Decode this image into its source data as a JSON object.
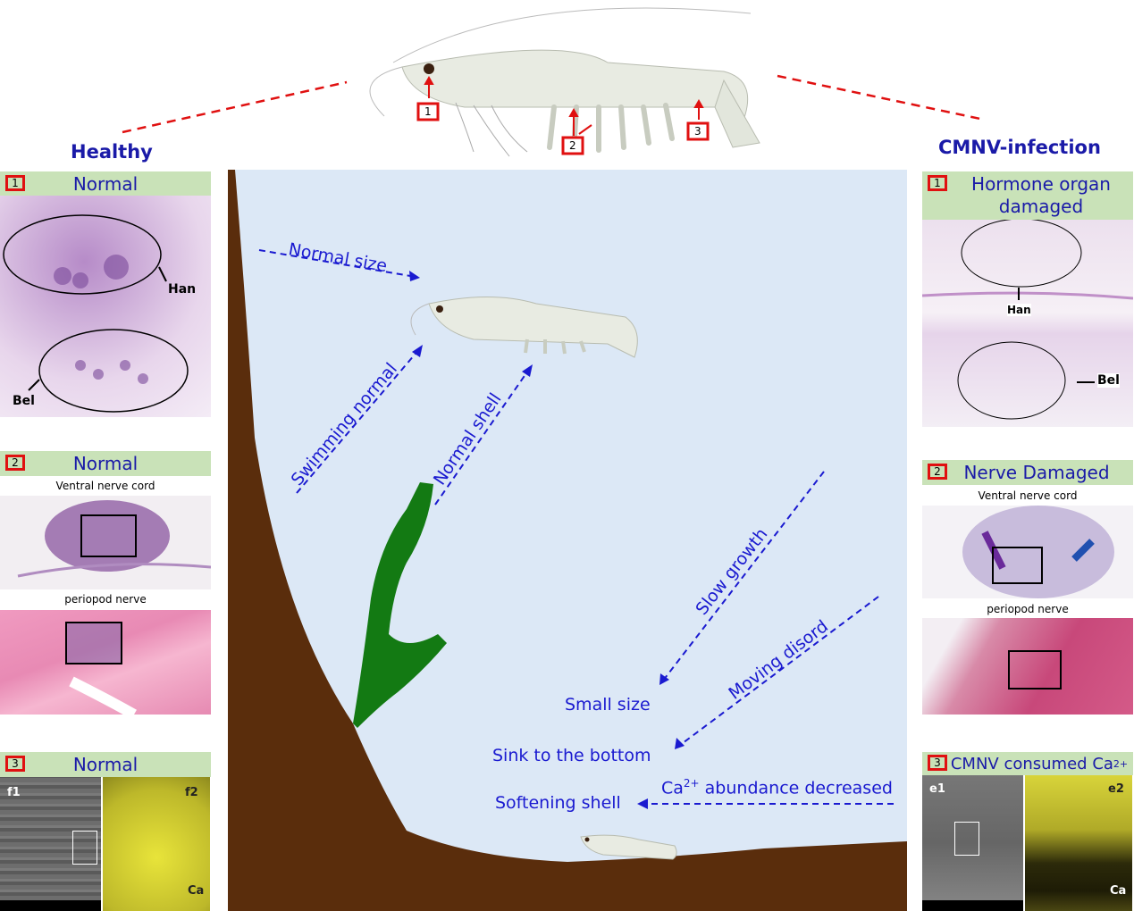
{
  "top": {
    "markers": [
      "1",
      "2",
      "3"
    ]
  },
  "healthy": {
    "title": "Healthy",
    "panel1": {
      "num": "1",
      "header": "Normal",
      "labels": {
        "han": "Han",
        "bel": "Bel"
      }
    },
    "panel2": {
      "num": "2",
      "header": "Normal",
      "cap1": "Ventral nerve cord",
      "cap2": "periopod nerve"
    },
    "panel3": {
      "num": "3",
      "header": "Normal",
      "f1": "f1",
      "f2": "f2",
      "ca": "Ca"
    }
  },
  "infected": {
    "title": "CMNV-infection",
    "panel1": {
      "num": "1",
      "header_line1": "Hormone organ",
      "header_line2": "damaged",
      "labels": {
        "han": "Han",
        "bel": "Bel"
      }
    },
    "panel2": {
      "num": "2",
      "header": "Nerve Damaged",
      "cap1": "Ventral nerve cord",
      "cap2": "periopod nerve"
    },
    "panel3": {
      "num": "3",
      "header_text": "CMNV consumed Ca",
      "header_sup": "2+",
      "e1": "e1",
      "e2": "e2",
      "ca": "Ca"
    }
  },
  "center": {
    "normal_size": "Normal size",
    "swimming_normal": "Swimming normal",
    "normal_shell": "Normal shell",
    "slow_growth": "Slow growth",
    "moving_disord": "Moving disord",
    "small_size": "Small size",
    "sink": "Sink to the bottom",
    "ca_prefix": "Ca",
    "ca_sup": "2+",
    "ca_suffix": " abundance decreased",
    "softening": "Softening shell"
  },
  "colors": {
    "blue": "#1a1ad0",
    "red": "#e01010",
    "header_green": "#c9e2b8",
    "water": "#dce8f6",
    "soil": "#5a2d0c",
    "weed": "#137a13"
  }
}
